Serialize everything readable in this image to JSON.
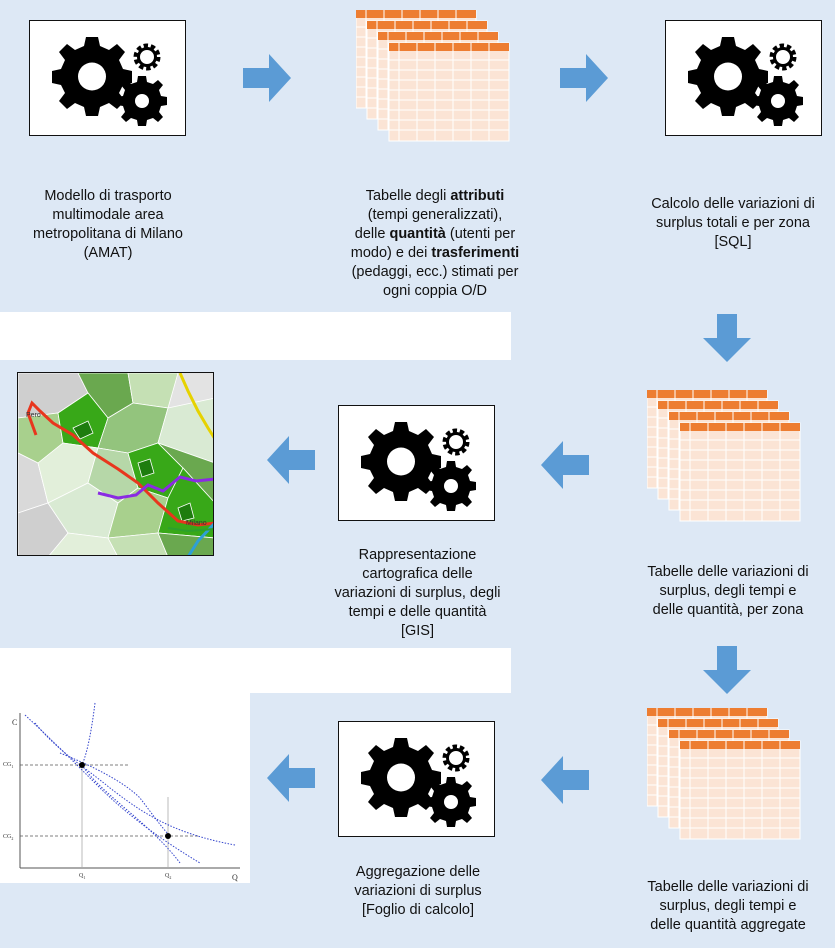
{
  "captions": {
    "step1": [
      "Modello di trasporto",
      "multimodale area",
      "metropolitana di Milano",
      "(AMAT)"
    ],
    "step2": {
      "l1_pre": "Tabelle degli ",
      "l1_bold": "attributi",
      "l2": "(tempi generalizzati),",
      "l3_pre": "delle ",
      "l3_bold": "quantità",
      "l3_post": " (utenti per",
      "l4_pre": "modo) e dei ",
      "l4_bold": "trasferimenti",
      "l5": "(pedaggi, ecc.) stimati per",
      "l6": "ogni coppia O/D"
    },
    "step3": [
      "Calcolo delle variazioni di",
      "surplus totali e per zona",
      "[SQL]"
    ],
    "step4": [
      "Tabelle delle variazioni di",
      "surplus, degli tempi e",
      "delle quantità, per zona"
    ],
    "step5": [
      "Rappresentazione",
      "cartografica delle",
      "variazioni di surplus, degli",
      "tempi e delle quantità",
      "[GIS]"
    ],
    "step6": [
      "Tabelle delle variazioni di",
      "surplus, degli tempi e",
      "delle quantità aggregate"
    ],
    "step7": [
      "Aggregazione delle",
      "variazioni di surplus",
      "[Foglio di calcolo]"
    ]
  },
  "map": {
    "label_pero": "Pero",
    "label_milano": "Milano"
  },
  "graph": {
    "axis_y": "C",
    "axis_x": "Q",
    "cg1": "CG",
    "cg1_sub": "1",
    "cg2": "CG",
    "cg2_sub": "2",
    "q1": "Q",
    "q1_sub": "1",
    "q2": "Q",
    "q2_sub": "2"
  },
  "colors": {
    "arrow": "#5b9bd5",
    "table_header": "#ed7d31",
    "table_cell": "#fbe4d5",
    "background": "#dde8f5"
  },
  "icons": [
    "gear-icon",
    "table-stack-icon",
    "arrow-right-icon",
    "arrow-down-icon",
    "arrow-left-icon"
  ]
}
